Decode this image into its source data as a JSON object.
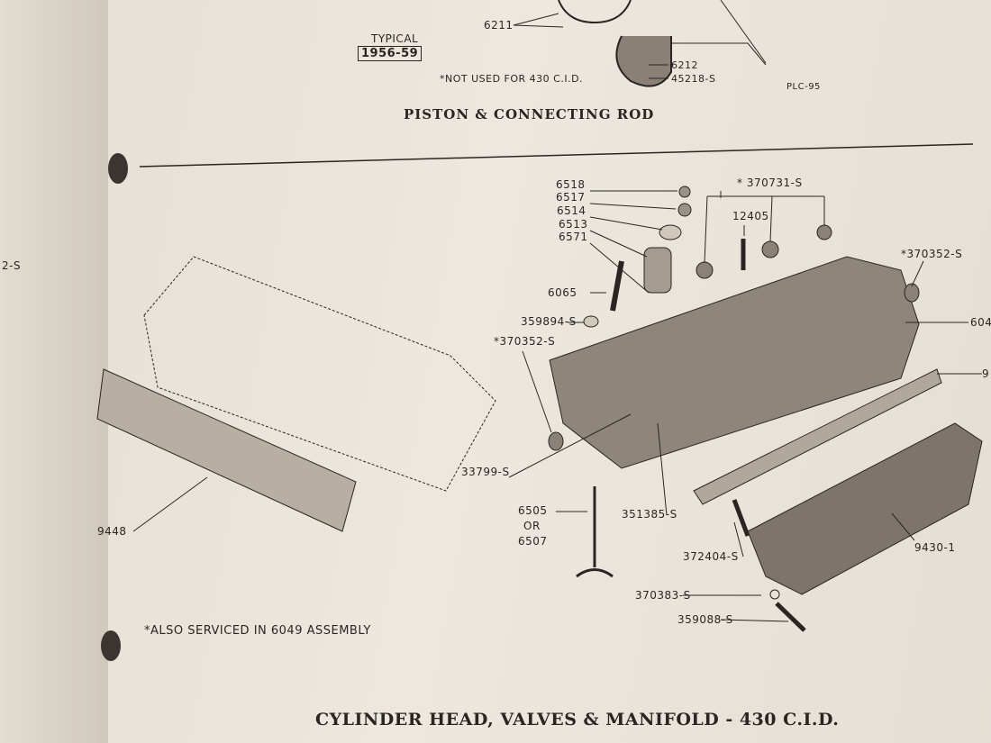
{
  "left_page_fragment": "2-S",
  "top_section": {
    "typical_label": "TYPICAL",
    "year_range": "1956-59",
    "note": "*NOT USED FOR 430 C.I.D.",
    "plate_code": "PLC-95",
    "title": "PISTON & CONNECTING ROD",
    "parts": [
      "6211",
      "6212",
      "45218-S"
    ]
  },
  "main_section": {
    "parts": {
      "p6518": "6518",
      "p6517": "6517",
      "p6514": "6514",
      "p6513": "6513",
      "p6571": "6571",
      "p370731": "* 370731-S",
      "p12405": "12405",
      "p370352a": "*370352-S",
      "p6065": "6065",
      "p359894": "359894-S",
      "p604": "604",
      "p370352b": "*370352-S",
      "p9": "9",
      "p33799": "33799-S",
      "p6505": "6505",
      "or": "OR",
      "p6507": "6507",
      "p351385": "351385-S",
      "p9448": "9448",
      "p372404": "372404-S",
      "p9430": "9430-1",
      "p370383": "370383-S",
      "p359088": "359088-S"
    },
    "note": "*ALSO SERVICED IN 6049 ASSEMBLY",
    "title": "CYLINDER HEAD, VALVES & MANIFOLD - 430 C.I.D."
  }
}
